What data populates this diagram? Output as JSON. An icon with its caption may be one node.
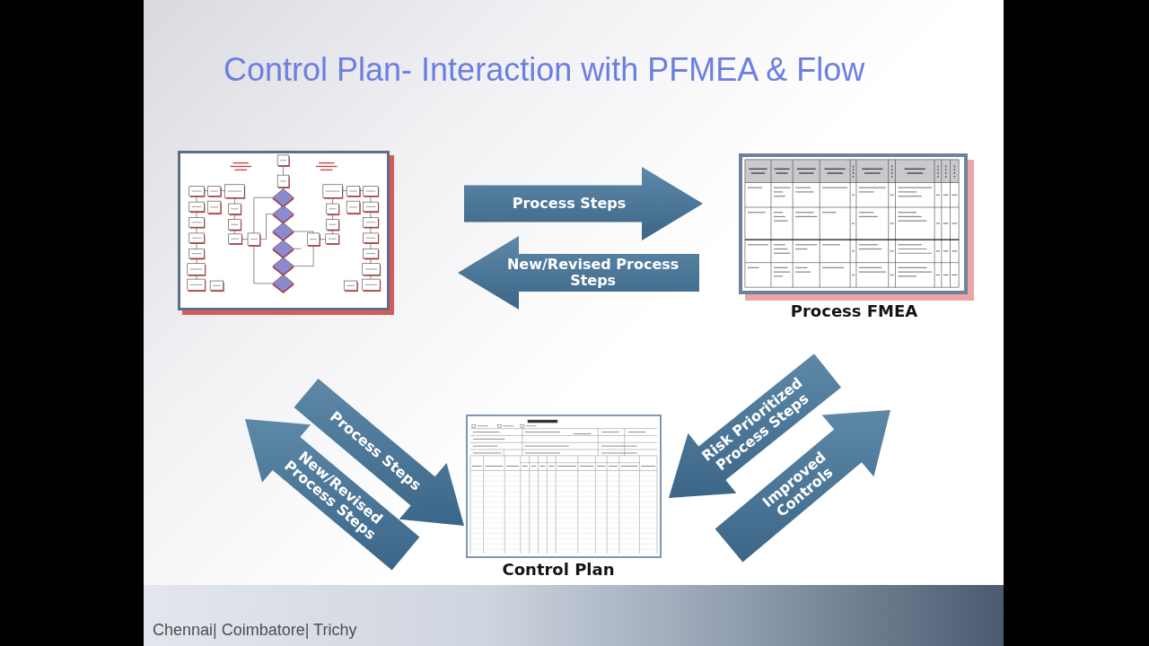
{
  "diagram": {
    "title": "Control Plan- Interaction with PFMEA & Flow",
    "nodes": [
      {
        "text": [],
        "shape": "picture"
      },
      {
        "text": [],
        "shape": "picture",
        "beside": [
          "Process FMEA"
        ]
      },
      {
        "text": [],
        "shape": "picture",
        "beside": [
          "Control Plan"
        ]
      }
    ],
    "edges": [
      {
        "from": 0,
        "to": 1,
        "arrow": "to",
        "label": "Process Steps"
      },
      {
        "from": 1,
        "to": 0,
        "arrow": "to",
        "label": "New/Revised Process Steps"
      },
      {
        "from": 0,
        "to": 2,
        "arrow": "to",
        "label": "Process Steps"
      },
      {
        "from": 2,
        "to": 0,
        "arrow": "to",
        "label": "New/Revised Process Steps"
      },
      {
        "from": 1,
        "to": 2,
        "arrow": "to",
        "label": "Risk Prioritized Process Steps"
      },
      {
        "from": 2,
        "to": 1,
        "arrow": "to",
        "label": "Improved Controls"
      }
    ],
    "labels": [
      "Chennai| Coimbatore| Trichy"
    ]
  }
}
